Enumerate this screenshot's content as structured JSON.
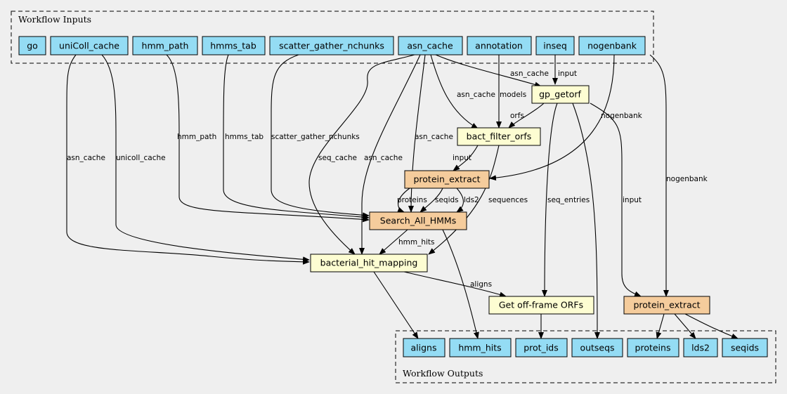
{
  "colors": {
    "background": "#efefef",
    "io_node": "#94dcf4",
    "tool_node": "#fdfdd2",
    "subworkflow_node": "#f5cc9c"
  },
  "clusters": {
    "inputs": "Workflow Inputs",
    "outputs": "Workflow Outputs"
  },
  "nodes": {
    "in_go": "go",
    "in_unicoll_cache": "uniColl_cache",
    "in_hmm_path": "hmm_path",
    "in_hmms_tab": "hmms_tab",
    "in_scatter": "scatter_gather_nchunks",
    "in_asn_cache": "asn_cache",
    "in_annotation": "annotation",
    "in_inseq": "inseq",
    "in_nogenbank": "nogenbank",
    "gp_getorf": "gp_getorf",
    "bact_filter_orfs": "bact_filter_orfs",
    "protein_extract_a": "protein_extract",
    "search_all_hmms": "Search_All_HMMs",
    "bacterial_hit_mapping": "bacterial_hit_mapping",
    "get_offframe_orfs": "Get off-frame ORFs",
    "protein_extract_b": "protein_extract",
    "out_aligns": "aligns",
    "out_hmm_hits": "hmm_hits",
    "out_prot_ids": "prot_ids",
    "out_outseqs": "outseqs",
    "out_proteins": "proteins",
    "out_lds2": "lds2",
    "out_seqids": "seqids"
  },
  "edge_labels": {
    "asn_cache_to_getorf": "asn_cache",
    "inseq_to_getorf": "input",
    "asn_cache_to_filter": "asn_cache",
    "annotation_to_filter": "models",
    "getorf_to_filter": "orfs",
    "nogenbank_to_extract_b": "nogenbank",
    "nogenbank_to_extract_a": "nogenbank",
    "filter_to_extract_a": "input",
    "asn_cache_to_hmms": "asn_cache",
    "hmm_path_to_hmms": "hmm_path",
    "hmms_tab_to_hmms": "hmms_tab",
    "scatter_to_hmms": "scatter_gather_nchunks",
    "asn_cache_to_mapping_seq": "seq_cache",
    "asn_cache_to_mapping": "asn_cache",
    "unicoll_asn_to_mapping": "asn_cache",
    "unicoll_to_mapping": "unicoll_cache",
    "proteins_to_hmms": "proteins",
    "seqids_to_hmms": "seqids",
    "lds2_to_hmms": "lds2",
    "filter_to_mapping": "sequences",
    "getorf_to_offframe": "seq_entries",
    "getorf_to_extract_b": "input",
    "hmms_to_mapping": "hmm_hits",
    "mapping_to_offframe": "aligns"
  }
}
